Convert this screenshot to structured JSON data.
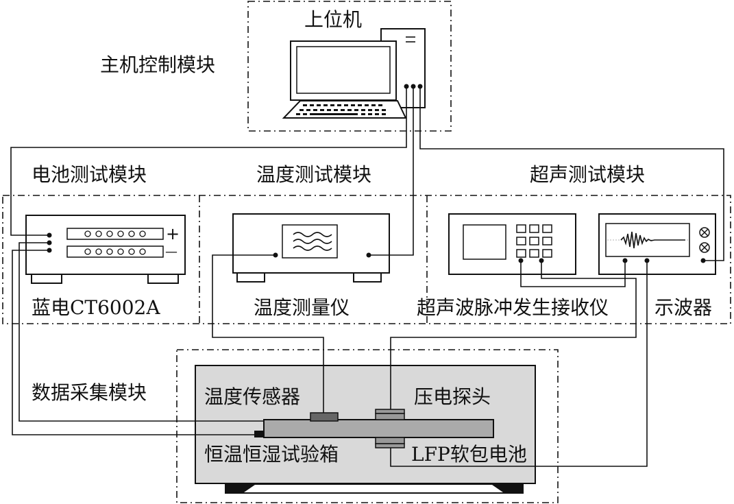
{
  "labels": {
    "host_computer": "上位机",
    "host_module": "主机控制模块",
    "battery_module": "电池测试模块",
    "temp_module": "温度测试模块",
    "ultrasonic_module": "超声测试模块",
    "battery_tester": "蓝电CT6002A",
    "temp_meter": "温度测量仪",
    "pulser_receiver": "超声波脉冲发生接收仪",
    "oscilloscope": "示波器",
    "data_module": "数据采集模块",
    "temp_sensor": "温度传感器",
    "piezo_probe": "压电探头",
    "chamber": "恒温恒湿试验箱",
    "battery": "LFP软包电池",
    "plus": "+",
    "minus": "—"
  }
}
